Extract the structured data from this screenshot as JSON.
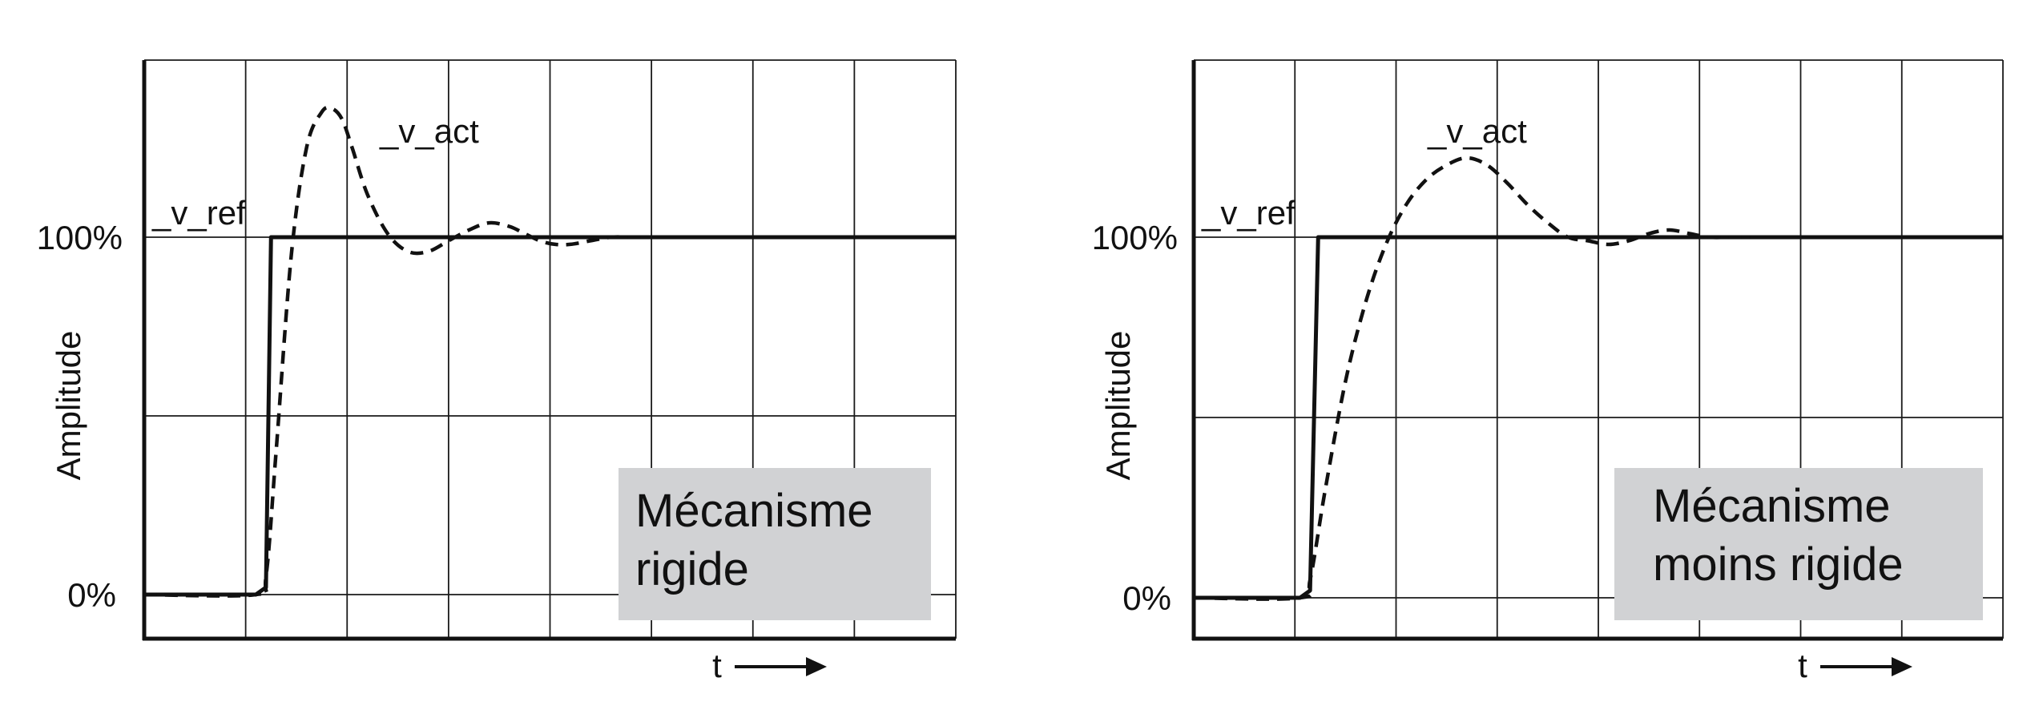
{
  "chart_data": [
    {
      "type": "line",
      "ylabel": "Amplitude",
      "xlabel": "t",
      "ytick_labels": [
        "0%",
        "100%"
      ],
      "ylim": [
        -12,
        150
      ],
      "xlim": [
        0,
        8
      ],
      "grid": true,
      "note": [
        "Mécanisme",
        "rigide"
      ],
      "series": [
        {
          "name": "_v_ref",
          "style": "solid",
          "x": [
            0,
            1.1,
            1.2,
            1.25,
            8
          ],
          "y": [
            0,
            0,
            2,
            100,
            100
          ]
        },
        {
          "name": "_v_act",
          "style": "dashed",
          "x": [
            0,
            1.1,
            1.2,
            1.3,
            1.45,
            1.6,
            1.75,
            1.85,
            1.95,
            2.05,
            2.2,
            2.4,
            2.6,
            2.8,
            3.0,
            3.2,
            3.4,
            3.6,
            3.75,
            3.9,
            4.05,
            4.2,
            4.4,
            4.6,
            4.8,
            4.95
          ],
          "y": [
            0,
            0,
            5,
            40,
            95,
            125,
            135,
            136,
            133,
            125,
            112,
            101,
            96,
            96,
            99,
            102,
            104,
            103,
            101,
            99,
            98,
            98,
            99,
            100,
            100,
            100
          ]
        }
      ]
    },
    {
      "type": "line",
      "ylabel": "Amplitude",
      "xlabel": "t",
      "ytick_labels": [
        "0%",
        "100%"
      ],
      "ylim": [
        -12,
        150
      ],
      "xlim": [
        0,
        8
      ],
      "grid": true,
      "note": [
        "Mécanisme",
        "moins rigide"
      ],
      "series": [
        {
          "name": "_v_ref",
          "style": "solid",
          "x": [
            0,
            1.05,
            1.15,
            1.23,
            8
          ],
          "y": [
            0,
            0,
            2,
            100,
            100
          ]
        },
        {
          "name": "_v_act",
          "style": "dashed",
          "x": [
            0,
            1.05,
            1.15,
            1.3,
            1.5,
            1.7,
            1.9,
            2.1,
            2.3,
            2.5,
            2.7,
            2.9,
            3.1,
            3.3,
            3.5,
            3.7,
            3.9,
            4.1,
            4.3,
            4.5,
            4.7,
            4.9,
            5.1,
            5.3,
            5.5
          ],
          "y": [
            0,
            0,
            5,
            30,
            60,
            82,
            98,
            109,
            116,
            120,
            122,
            120,
            115,
            109,
            104,
            100,
            99,
            98,
            99,
            101,
            102,
            101,
            100,
            100,
            100
          ]
        }
      ]
    }
  ]
}
